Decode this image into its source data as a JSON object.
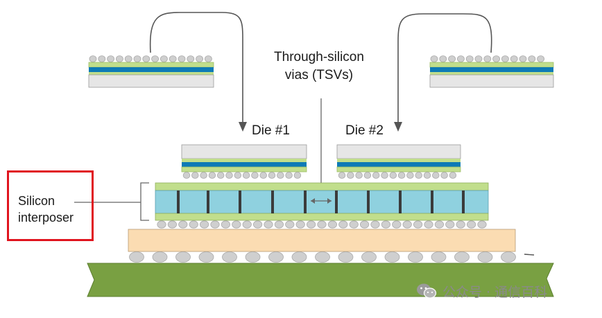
{
  "labels": {
    "tsv": [
      "Through-silicon",
      "vias (TSVs)"
    ],
    "die1": "Die #1",
    "die2": "Die #2",
    "interposer": [
      "Silicon",
      "interposer"
    ]
  },
  "watermark": {
    "text": "公众号 · 通信百科",
    "icon": "wechat-icon"
  },
  "colors": {
    "substrate_green": "#79a042",
    "package_peach": "#fbdcb2",
    "interposer_blue": "#8fd1df",
    "layer_green": "#c1de8c",
    "die_blue": "#0d7ab6",
    "die_gray": "#e6e6e6",
    "bump_gray": "#cfcfcf",
    "tsv_dark": "#3b3b3b",
    "highlight_red": "#e0141e"
  }
}
